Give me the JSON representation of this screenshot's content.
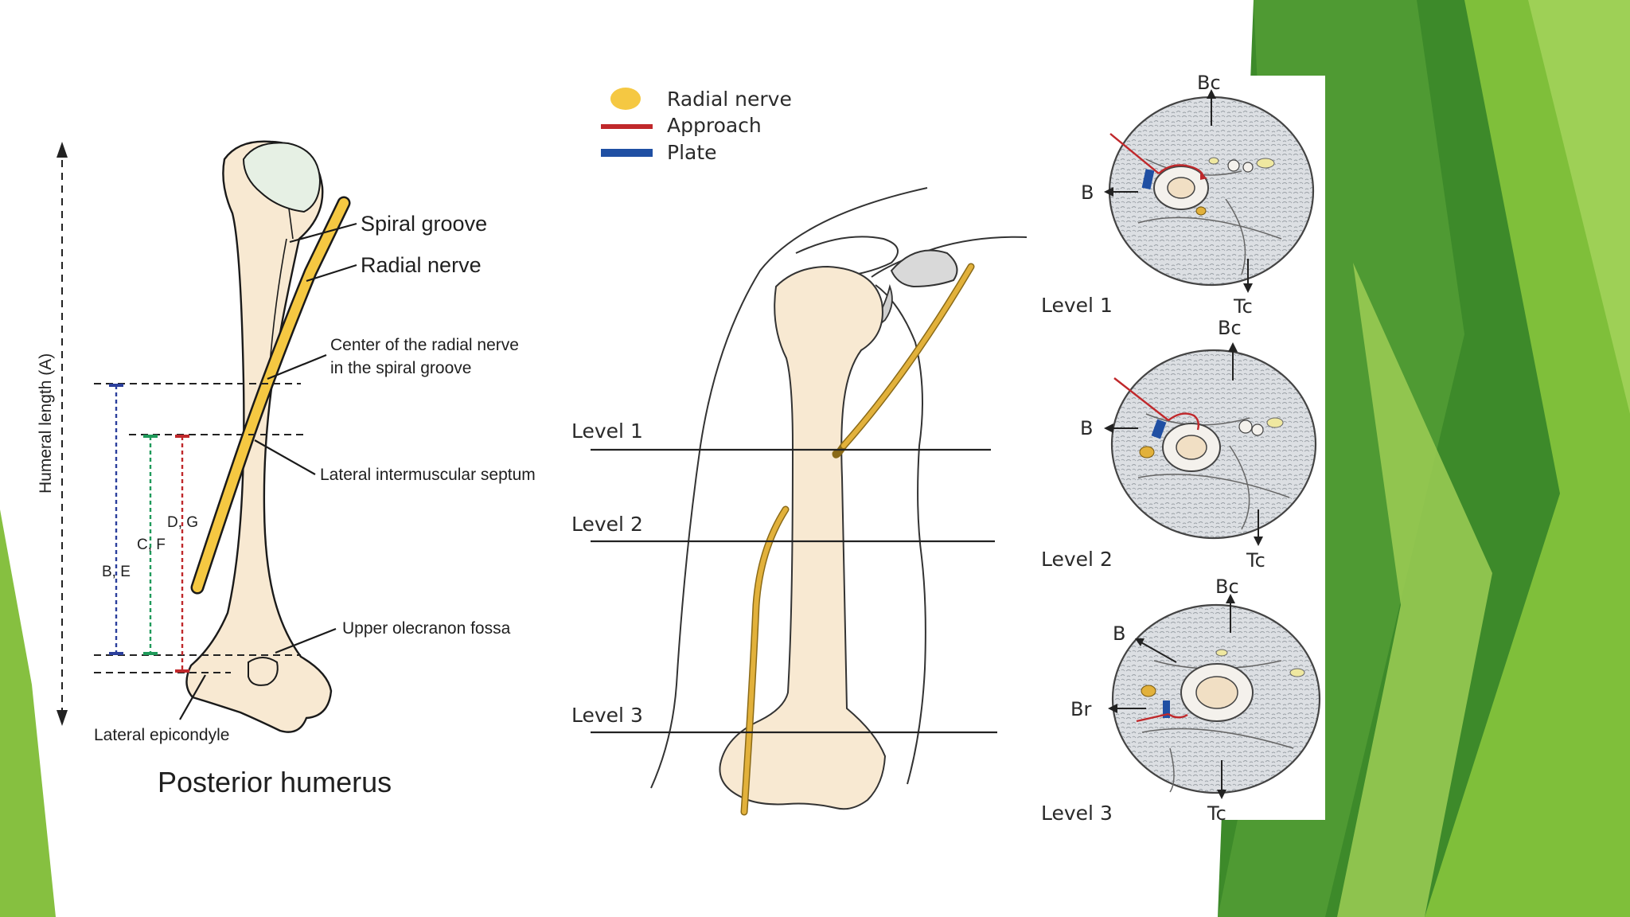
{
  "colors": {
    "radial_nerve": "#f5c842",
    "approach": "#c0282b",
    "plate": "#1f4fa3",
    "bone": "#f8e9d2",
    "slide_green_dark": "#3f8f28",
    "slide_green_light": "#8cc63f"
  },
  "left_panel": {
    "axis_label": "Humeral length (A)",
    "label_spiral_groove": "Spiral groove",
    "label_radial_nerve": "Radial nerve",
    "label_center_line1": "Center of the radial nerve",
    "label_center_line2": "in the spiral groove",
    "label_septum": "Lateral intermuscular septum",
    "label_olecranon": "Upper olecranon fossa",
    "label_epicondyle": "Lateral epicondyle",
    "measure_be": "B, E",
    "measure_cf": "C, F",
    "measure_dg": "D, G",
    "caption": "Posterior humerus"
  },
  "legend": {
    "items": [
      {
        "label": "Radial nerve",
        "icon": "radial-nerve-dot"
      },
      {
        "label": "Approach",
        "icon": "approach-line"
      },
      {
        "label": "Plate",
        "icon": "plate-bar"
      }
    ]
  },
  "middle_panel": {
    "level1": "Level 1",
    "level2": "Level 2",
    "level3": "Level 3"
  },
  "right_panel": {
    "sections": [
      {
        "level": "Level 1",
        "bc": "Bc",
        "tc": "Tc",
        "b": "B"
      },
      {
        "level": "Level 2",
        "bc": "Bc",
        "tc": "Tc",
        "b": "B"
      },
      {
        "level": "Level 3",
        "bc": "Bc",
        "tc": "Tc",
        "b": "B",
        "br": "Br"
      }
    ]
  }
}
